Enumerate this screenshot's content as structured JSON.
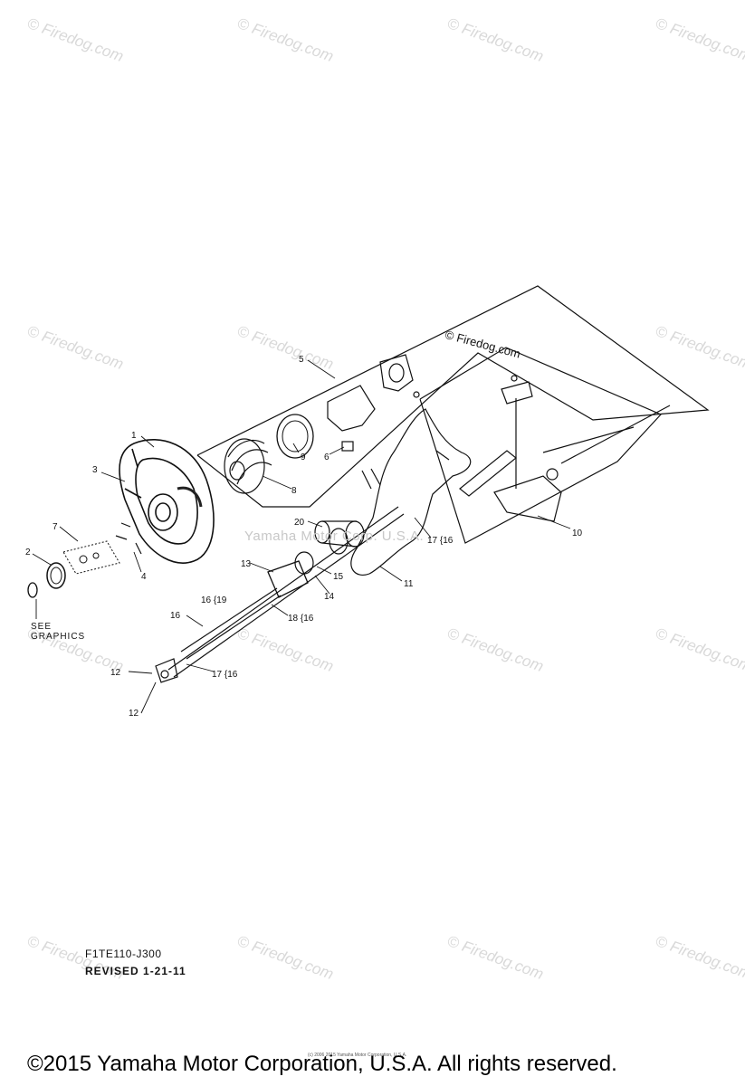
{
  "watermark_text": "© Firedog.com",
  "header_mark": "© Firedog.com",
  "center_watermark": "Yamaha Motor Corp. U.S.A.",
  "callouts": {
    "c1": "1",
    "c2": "2",
    "c3": "3",
    "c4": "4",
    "c5": "5",
    "c6": "6",
    "c7": "7",
    "c8": "8",
    "c9": "9",
    "c10": "10",
    "c11": "11",
    "c12a": "12",
    "c12b": "12",
    "c13": "13",
    "c14": "14",
    "c15": "15",
    "c16a": "16",
    "c16b": "16 {19",
    "c17a": "17 {16",
    "c17b": "17 {16",
    "c18": "18 {16",
    "c20": "20"
  },
  "see_graphics": "SEE GRAPHICS",
  "drawing_code": "F1TE110-J300",
  "revised": "REVISED 1-21-11",
  "tiny_copyright": "(c) 2006 2015 Yamaha Motor Corporation, U.S.A.",
  "footer_copyright": "©2015 Yamaha Motor Corporation, U.S.A. All rights reserved."
}
